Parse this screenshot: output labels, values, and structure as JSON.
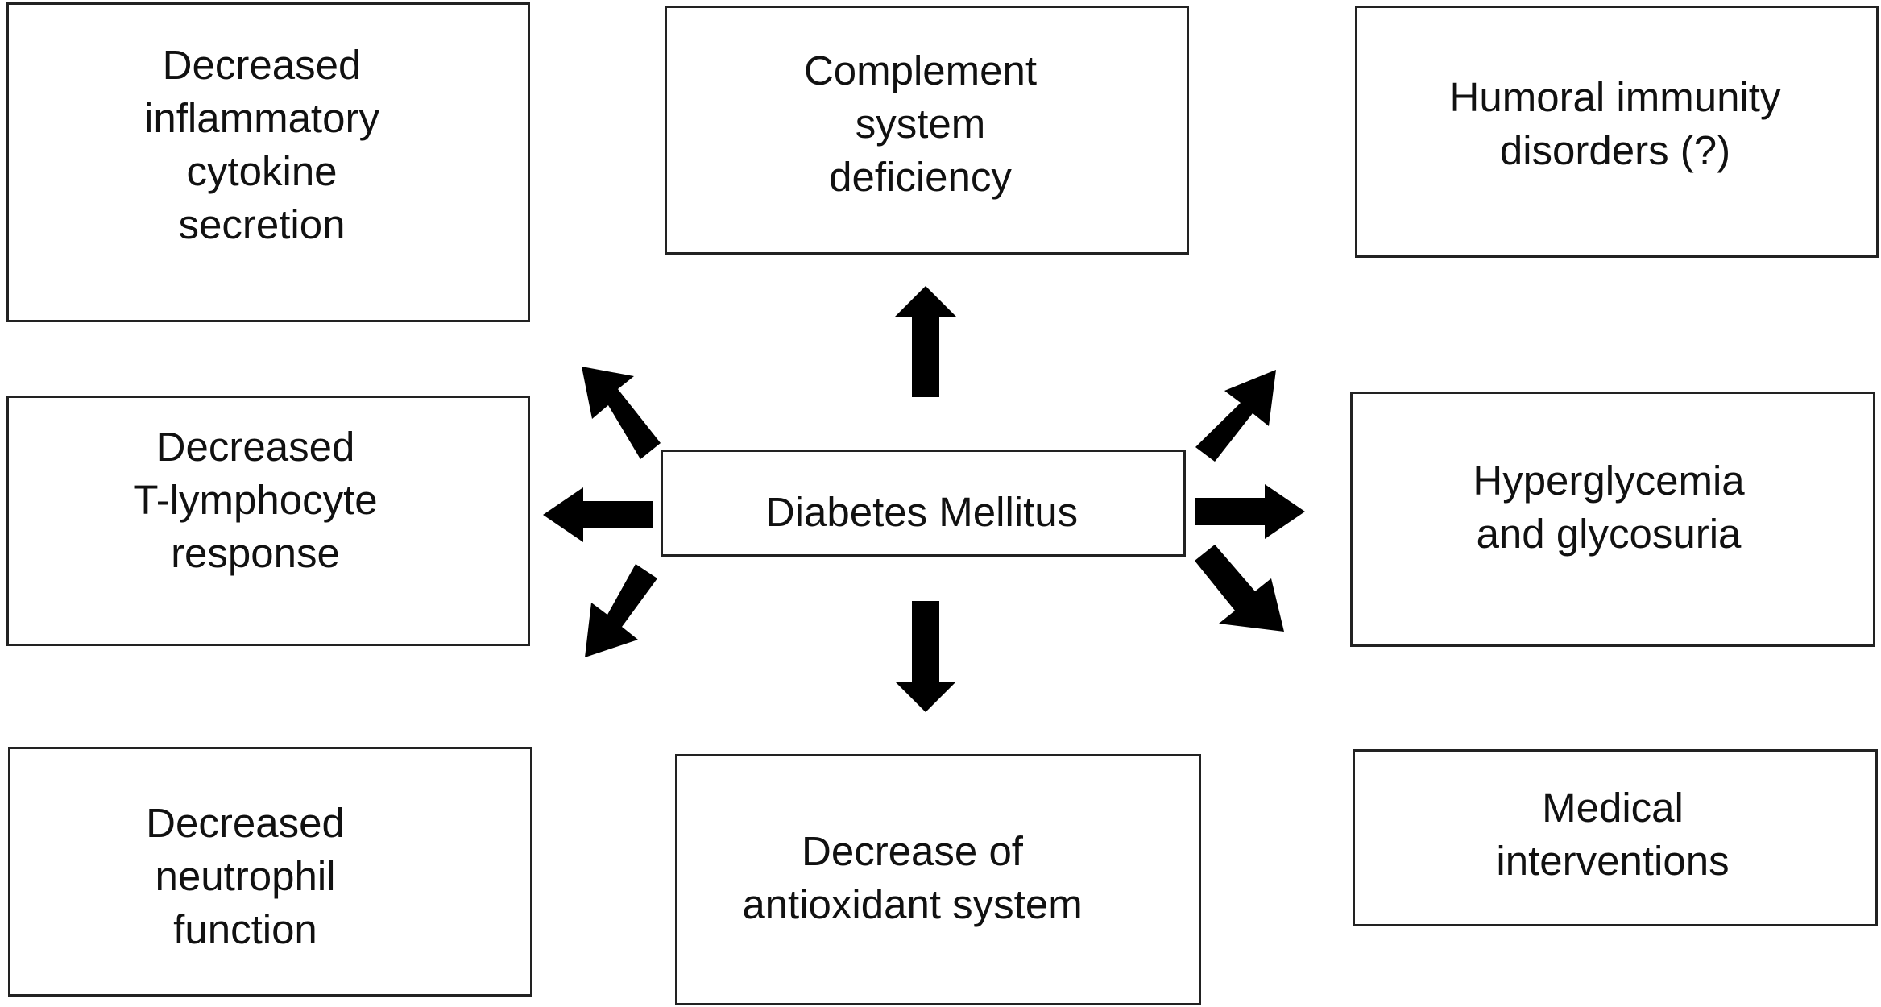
{
  "diagram": {
    "center": {
      "label": "Diabetes Mellitus"
    },
    "boxes": {
      "cytokine": "Decreased\ninflammatory\ncytokine\nsecretion",
      "complement": "Complement\nsystem\ndeficiency",
      "humoral": "Humoral immunity\ndisorders (?)",
      "tlymph": "Decreased\nT-lymphocyte\nresponse",
      "hyperglycemia": "Hyperglycemia\nand glycosuria",
      "neutrophil": "Decreased\nneutrophil\nfunction",
      "antioxidant": "Decrease of\nantioxidant system",
      "medical": "Medical\ninterventions"
    },
    "colors": {
      "arrow": "#000000",
      "border": "#222222",
      "text": "#111111",
      "background": "#ffffff"
    }
  }
}
